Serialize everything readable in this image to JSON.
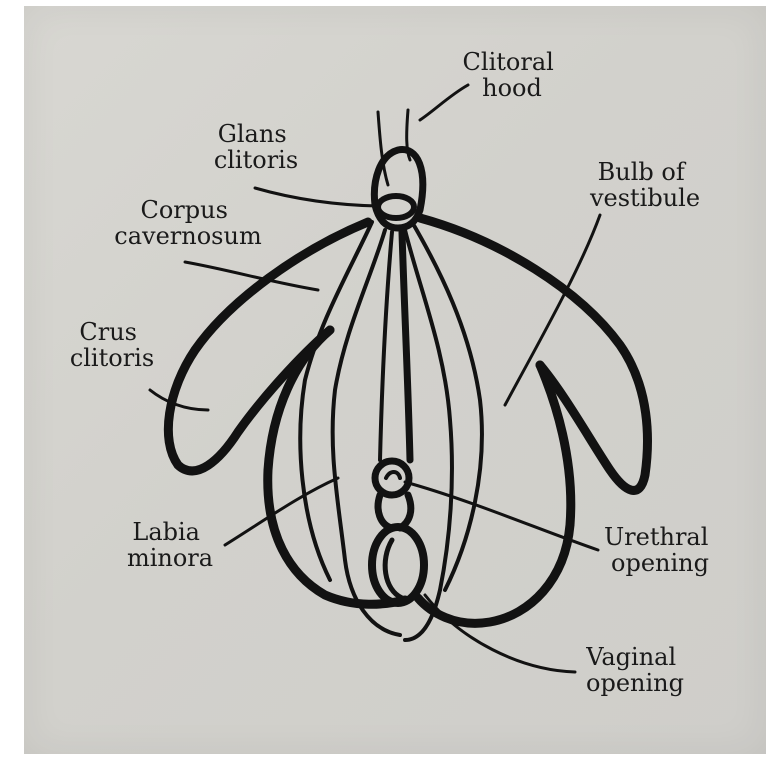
{
  "labels": {
    "clitoral_hood": [
      "Clitoral",
      "hood"
    ],
    "glans_clitoris": [
      "Glans",
      "clitoris"
    ],
    "corpus_cavernosum": [
      "Corpus",
      "cavernosum"
    ],
    "crus_clitoris": [
      "Crus",
      "clitoris"
    ],
    "labia_minora": [
      "Labia",
      "minora"
    ],
    "bulb_of_vestibule": [
      "Bulb of",
      "vestibule"
    ],
    "urethral_opening": [
      "Urethral",
      "opening"
    ],
    "vaginal_opening": [
      "Vaginal",
      "opening"
    ]
  },
  "colors": {
    "ink": "#121212",
    "paper": "#d4d3ce"
  }
}
